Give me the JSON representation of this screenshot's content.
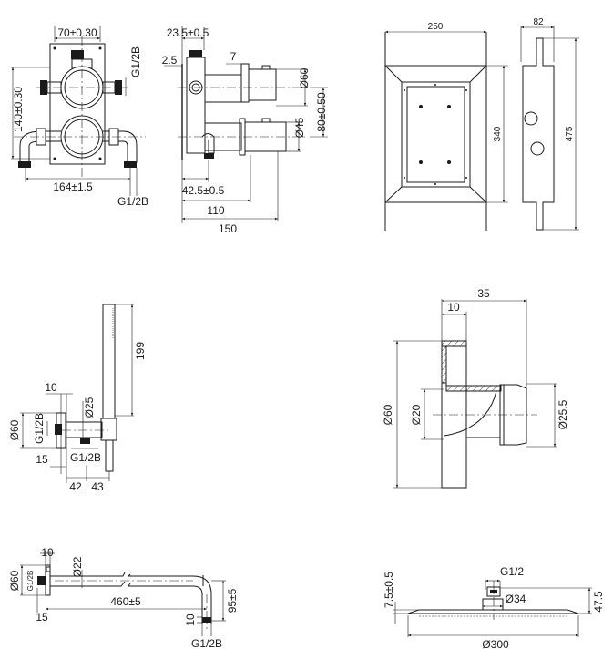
{
  "drawing": {
    "valve_front": {
      "width_top": "70±0.30",
      "height": "140±0.30",
      "thread_side": "G1/2B",
      "width_bottom": "164±1.5",
      "thread_bottom": "G1/2B"
    },
    "valve_side": {
      "depth_top": "23.5±0.5",
      "plate": "2.5",
      "gap": "7",
      "dia_upper": "Ø60",
      "spacing": "80±0.50",
      "dia_lower": "Ø45",
      "depth_outlet": "42.5±0.5",
      "depth_110": "110",
      "depth_150": "150"
    },
    "box": {
      "width": "250",
      "depth": "82",
      "height_inner": "340",
      "height_total": "475"
    },
    "hand_shower": {
      "length": "199",
      "plate_thickness": "10",
      "dia_handle": "Ø25",
      "dia_plate": "Ø60",
      "thread_wall": "G1/2B",
      "thread_outlet": "G1/2B",
      "offset": "15",
      "dist_42": "42",
      "dist_43": "43"
    },
    "spout": {
      "length": "35",
      "plate": "10",
      "dia_plate": "Ø60",
      "dia_inner": "Ø20",
      "dia_knob": "Ø25.5"
    },
    "shower_arm": {
      "plate": "10",
      "dia_arm": "Ø22",
      "dia_plate": "Ø60",
      "thread_wall": "G1/2B",
      "length": "460±5",
      "offset": "15",
      "drop": "95±5",
      "end_length": "10",
      "thread_end": "G1/2B"
    },
    "head": {
      "thread": "G1/2",
      "dia_connector": "Ø34",
      "thickness": "7.5±0.5",
      "height": "47.5",
      "diameter": "Ø300"
    }
  }
}
